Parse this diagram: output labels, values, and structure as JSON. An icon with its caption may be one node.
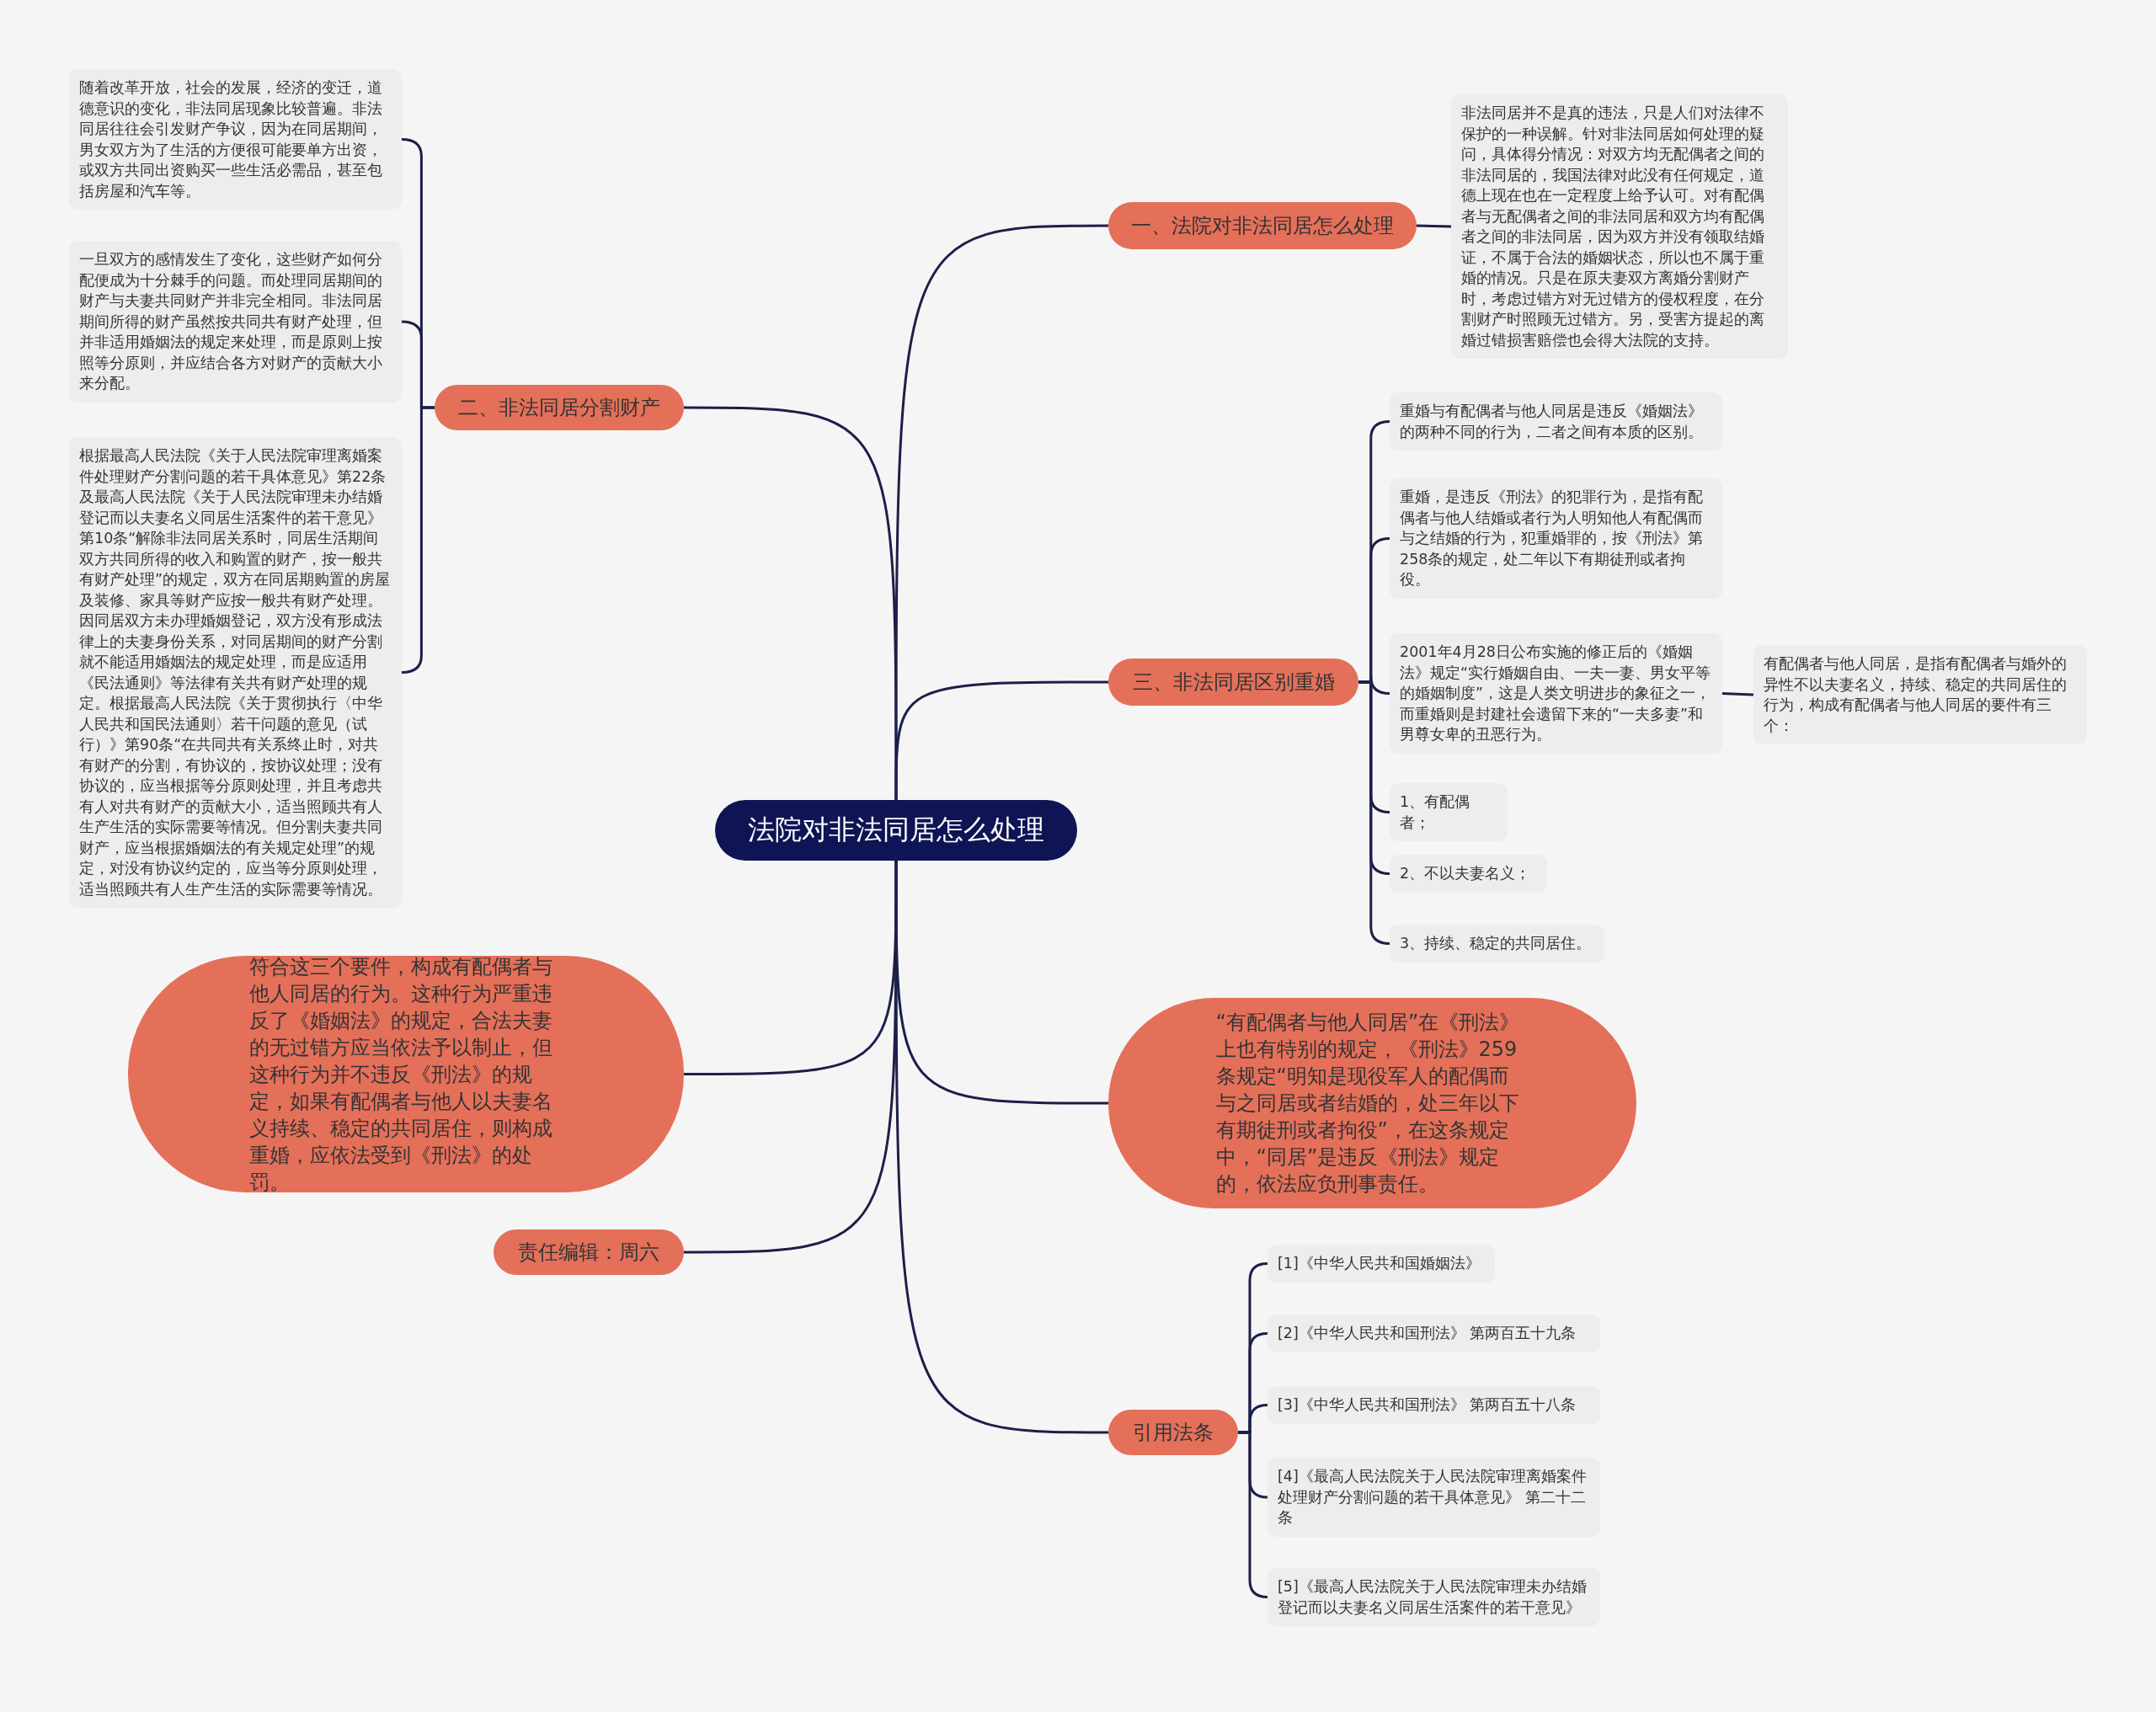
{
  "diagram": {
    "nodes": [
      {
        "text": [
          "法院对非法同居怎么处理"
        ]
      },
      {
        "text": [
          "一、法院对非法同居怎么处理"
        ]
      },
      {
        "text": [
          "非法同居并不是真的违法，只是人们对法律不保护的一种误解。针对非法同居如何处理的疑问，具体得分情况：对双方均无配偶者之间的非法同居的，我国法律对此没有任何规定，道德上现在也在一定程度上给予认可。对有配偶者与无配偶者之间的非法同居和双方均有配偶者之间的非法同居，因为双方并没有领取结婚证，不属于合法的婚姻状态，所以也不属于重婚的情况。只是在原夫妻双方离婚分割财产时，考虑过错方对无过错方的侵权程度，在分割财产时照顾无过错方。另，受害方提起的离婚过错损害赔偿也会得大法院的支持。"
        ]
      },
      {
        "text": [
          "二、非法同居分割财产"
        ]
      },
      {
        "text": [
          "随着改革开放，社会的发展，经济的变迁，道德意识的变化，非法同居现象比较普遍。非法同居往往会引发财产争议，因为在同居期间，男女双方为了生活的方便很可能要单方出资，或双方共同出资购买一些生活必需品，甚至包括房屋和汽车等。"
        ]
      },
      {
        "text": [
          "一旦双方的感情发生了变化，这些财产如何分配便成为十分棘手的问题。而处理同居期间的财产与夫妻共同财产并非完全相同。非法同居期间所得的财产虽然按共同共有财产处理，但并非适用婚姻法的规定来处理，而是原则上按照等分原则，并应结合各方对财产的贡献大小来分配。"
        ]
      },
      {
        "text": [
          "根据最高人民法院《关于人民法院审理离婚案件处理财产分割问题的若干具体意见》第22条及最高人民法院《关于人民法院审理未办结婚登记而以夫妻名义同居生活案件的若干意见》第10条“解除非法同居关系时，同居生活期间双方共同所得的收入和购置的财产，按一般共有财产处理”的规定，双方在同居期购置的房屋及装修、家具等财产应按一般共有财产处理。因同居双方未办理婚姻登记，双方没有形成法律上的夫妻身份关系，对同居期间的财产分割就不能适用婚姻法的规定处理，而是应适用《民法通则》等法律有关共有财产处理的规定。根据最高人民法院《关于贯彻执行〈中华人民共和国民法通则〉若干问题的意见（试行）》第90条“在共同共有关系终止时，对共有财产的分割，有协议的，按协议处理；没有协议的，应当根据等分原则处理，并且考虑共有人对共有财产的贡献大小，适当照顾共有人生产生活的实际需要等情况。但分割夫妻共同财产，应当根据婚姻法的有关规定处理”的规定，对没有协议约定的，应当等分原则处理，适当照顾共有人生产生活的实际需要等情况。"
        ]
      },
      {
        "text": [
          "三、非法同居区别重婚"
        ]
      },
      {
        "text": [
          "重婚与有配偶者与他人同居是违反《婚姻法》的两种不同的行为，二者之间有本质的区别。"
        ]
      },
      {
        "text": [
          "重婚，是违反《刑法》的犯罪行为，是指有配偶者与他人结婚或者行为人明知他人有配偶而与之结婚的行为，犯重婚罪的，按《刑法》第258条的规定，处二年以下有期徒刑或者拘役。"
        ]
      },
      {
        "text": [
          "2001年4月28日公布实施的修正后的《婚姻法》规定“实行婚姻自由、一夫一妻、男女平等的婚姻制度”，这是人类文明进步的象征之一，而重婚则是封建社会遗留下来的“一夫多妻”和男尊女卑的丑恶行为。"
        ]
      },
      {
        "text": [
          "有配偶者与他人同居，是指有配偶者与婚外的异性不以夫妻名义，持续、稳定的共同居住的行为，构成有配偶者与他人同居的要件有三个："
        ]
      },
      {
        "text": [
          "1、有配偶者；"
        ]
      },
      {
        "text": [
          "2、不以夫妻名义；"
        ]
      },
      {
        "text": [
          "3、持续、稳定的共同居住。"
        ]
      },
      {
        "text": [
          "符合这三个要件，构成有配偶者与他人同居的行为。这种行为严重违反了《婚姻法》的规定，合法夫妻的无过错方应当依法予以制止，但这种行为并不违反《刑法》的规定，如果有配偶者与他人以夫妻名义持续、稳定的共同居住，则构成重婚，应依法受到《刑法》的处罚。"
        ]
      },
      {
        "text": [
          "“有配偶者与他人同居”在《刑法》上也有特别的规定，《刑法》259条规定“明知是现役军人的配偶而与之同居或者结婚的，处三年以下有期徒刑或者拘役”，在这条规定中，“同居”是违反《刑法》规定的，依法应负刑事责任。"
        ]
      },
      {
        "text": [
          "责任编辑：周六"
        ]
      },
      {
        "text": [
          "引用法条"
        ]
      },
      {
        "text": [
          "[1]《中华人民共和国婚姻法》"
        ]
      },
      {
        "text": [
          "[2]《中华人民共和国刑法》 第两百五十九条"
        ]
      },
      {
        "text": [
          "[3]《中华人民共和国刑法》 第两百五十八条"
        ]
      },
      {
        "text": [
          "[4]《最高人民法院关于人民法院审理离婚案件处理财产分割问题的若干具体意见》 第二十二条"
        ]
      },
      {
        "text": [
          "[5]《最高人民法院关于人民法院审理未办结婚登记而以夫妻名义同居生活案件的若干意见》"
        ]
      }
    ],
    "edges": [
      {
        "from": 0,
        "to": 1,
        "arrow": "none"
      },
      {
        "from": 1,
        "to": 2,
        "arrow": "none"
      },
      {
        "from": 0,
        "to": 3,
        "arrow": "none"
      },
      {
        "from": 3,
        "to": 4,
        "arrow": "none"
      },
      {
        "from": 3,
        "to": 5,
        "arrow": "none"
      },
      {
        "from": 3,
        "to": 6,
        "arrow": "none"
      },
      {
        "from": 0,
        "to": 7,
        "arrow": "none"
      },
      {
        "from": 7,
        "to": 8,
        "arrow": "none"
      },
      {
        "from": 7,
        "to": 9,
        "arrow": "none"
      },
      {
        "from": 7,
        "to": 10,
        "arrow": "none"
      },
      {
        "from": 10,
        "to": 11,
        "arrow": "none"
      },
      {
        "from": 7,
        "to": 12,
        "arrow": "none"
      },
      {
        "from": 7,
        "to": 13,
        "arrow": "none"
      },
      {
        "from": 7,
        "to": 14,
        "arrow": "none"
      },
      {
        "from": 0,
        "to": 15,
        "arrow": "none"
      },
      {
        "from": 0,
        "to": 16,
        "arrow": "none"
      },
      {
        "from": 0,
        "to": 17,
        "arrow": "none"
      },
      {
        "from": 0,
        "to": 18,
        "arrow": "none"
      },
      {
        "from": 18,
        "to": 19,
        "arrow": "none"
      },
      {
        "from": 18,
        "to": 20,
        "arrow": "none"
      },
      {
        "from": 18,
        "to": 21,
        "arrow": "none"
      },
      {
        "from": 18,
        "to": 22,
        "arrow": "none"
      },
      {
        "from": 18,
        "to": 23,
        "arrow": "none"
      }
    ]
  }
}
